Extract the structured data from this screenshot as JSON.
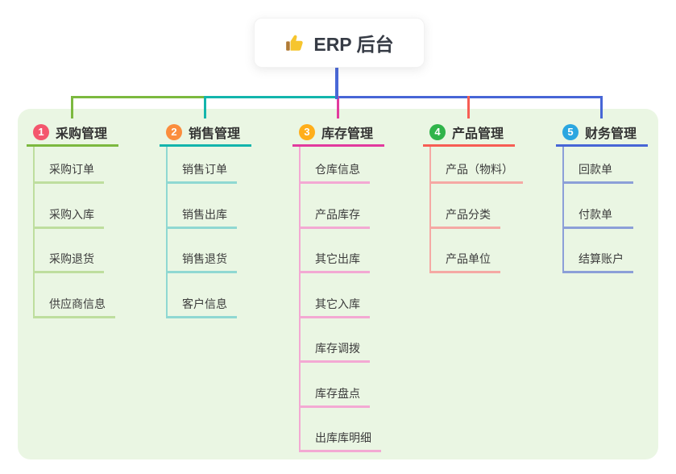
{
  "root": {
    "label": "ERP 后台",
    "icon": "thumbs-up-icon"
  },
  "colors": {
    "page_bg": "#ffffff",
    "panel_bg": "#eaf6e3",
    "root_line": "#4968d7",
    "card_bg": "#ffffff",
    "card_text": "#363b45",
    "title_text": "#333333",
    "child_text": "#3c3c3c",
    "thumb_icon": "#f6c52e",
    "thumb_cuff": "#b07a35"
  },
  "branches": [
    {
      "index": "1",
      "label": "采购管理",
      "color": "#7cb93f",
      "light": "#bede9e",
      "badge": "#f4566d",
      "children": [
        "采购订单",
        "采购入库",
        "采购退货",
        "供应商信息"
      ]
    },
    {
      "index": "2",
      "label": "销售管理",
      "color": "#13b5ac",
      "light": "#8fd8d2",
      "badge": "#fb8d3d",
      "children": [
        "销售订单",
        "销售出库",
        "销售退货",
        "客户信息"
      ]
    },
    {
      "index": "3",
      "label": "库存管理",
      "color": "#e23a9e",
      "light": "#f3a9d3",
      "badge": "#ffae1a",
      "children": [
        "仓库信息",
        "产品库存",
        "其它出库",
        "其它入库",
        "库存调拨",
        "库存盘点",
        "出库库明细"
      ]
    },
    {
      "index": "4",
      "label": "产品管理",
      "color": "#f75d54",
      "light": "#f5a9a4",
      "badge": "#30b44a",
      "children": [
        "产品（物料）",
        "产品分类",
        "产品单位"
      ]
    },
    {
      "index": "5",
      "label": "财务管理",
      "color": "#4766d6",
      "light": "#8c9fd8",
      "badge": "#2aa6e0",
      "children": [
        "回款单",
        "付款单",
        "结算账户"
      ]
    }
  ]
}
